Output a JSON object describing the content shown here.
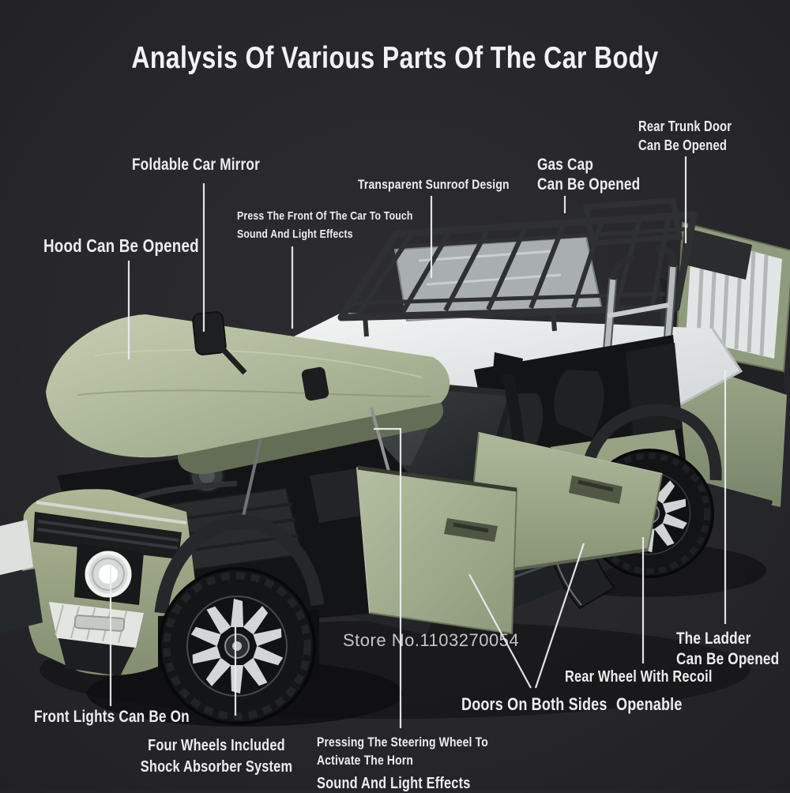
{
  "title": "Analysis Of Various Parts Of The Car Body",
  "watermark": "Store No.1103270054",
  "colors": {
    "background": "#28282c",
    "body_green": "#9fab8c",
    "roof_white": "#eef0f0",
    "trim_dark": "#2a2c2e",
    "label_text": "#ededee",
    "pointer_line": "#ececec"
  },
  "callouts": {
    "foldable_mirror": {
      "text": "Foldable Car Mirror"
    },
    "hood": {
      "text": "Hood Can Be Opened"
    },
    "press_front": {
      "line1": "Press The Front Of The Car To Touch",
      "line2": "Sound And Light Effects"
    },
    "sunroof": {
      "text": "Transparent Sunroof Design"
    },
    "gas_cap": {
      "line1": "Gas Cap",
      "line2": "Can Be Opened"
    },
    "rear_trunk": {
      "line1": "Rear Trunk Door",
      "line2": "Can Be Opened"
    },
    "ladder": {
      "line1": "The Ladder",
      "line2": "Can Be Opened"
    },
    "rear_wheel": {
      "text": "Rear Wheel With Recoil"
    },
    "doors": {
      "text": "Doors On Both Sides",
      "suffix": "Openable"
    },
    "front_lights": {
      "text": "Front Lights Can Be On"
    },
    "four_wheels": {
      "line1": "Four Wheels Included",
      "line2": "Shock Absorber System"
    },
    "steering": {
      "line1": "Pressing The Steering Wheel To",
      "line2": "Activate The Horn",
      "line3": "Sound And Light Effects"
    }
  }
}
